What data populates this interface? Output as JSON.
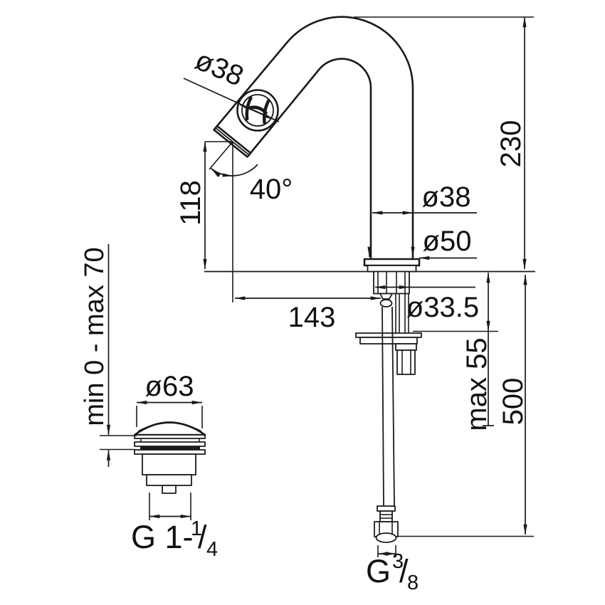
{
  "diagram": {
    "kind": "technical dimension drawing",
    "subject": "single-hole basin spout tap with clic-clac waste and supply hose",
    "line_color": "#1a1a1a",
    "background_color": "#ffffff"
  },
  "dims": {
    "spout_outlet_diameter": "ø38",
    "spout_angle": "40°",
    "outlet_height": "118",
    "spout_reach": "143",
    "overall_height": "230",
    "body_diameter": "ø38",
    "base_diameter": "ø50",
    "shank_diameter": "ø33.5",
    "max_deck_thickness": "max 55",
    "hose_length": "500",
    "waste_adjust_range": "min 0 - max 70",
    "waste_cap_diameter": "ø63",
    "waste_thread": {
      "prefix": "G 1-",
      "numerator": "1",
      "slash": "/",
      "denominator": "4"
    },
    "hose_thread": {
      "prefix": "G",
      "numerator": "3",
      "slash": "/",
      "denominator": "8"
    }
  }
}
